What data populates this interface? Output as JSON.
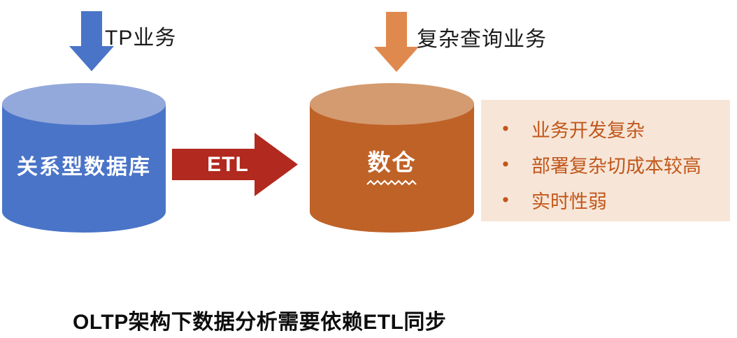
{
  "colors": {
    "background": "#ffffff",
    "blue_arrow": "#4a74c8",
    "blue_cylinder_body": "#4a74c8",
    "blue_cylinder_top": "#93a9db",
    "red_arrow": "#b1291f",
    "orange_arrow": "#e0894e",
    "orange_cylinder_body": "#bf6227",
    "orange_cylinder_top": "#d49b70",
    "panel_bg": "#f7e6d8",
    "panel_text": "#c2571b",
    "flow_label_text": "#1a1a1a",
    "cylinder_label_text": "#ffffff",
    "caption_text": "#0d0d0d"
  },
  "diagram": {
    "tp_arrow_label": "TP业务",
    "source_db_label": "关系型数据库",
    "etl_label": "ETL",
    "query_arrow_label": "复杂查询业务",
    "warehouse_label": "数仓",
    "issues_panel": {
      "bullet_glyph": "•",
      "items": [
        "业务开发复杂",
        "部署复杂切成本较高",
        "实时性弱"
      ]
    },
    "caption": "OLTP架构下数据分析需要依赖ETL同步"
  }
}
